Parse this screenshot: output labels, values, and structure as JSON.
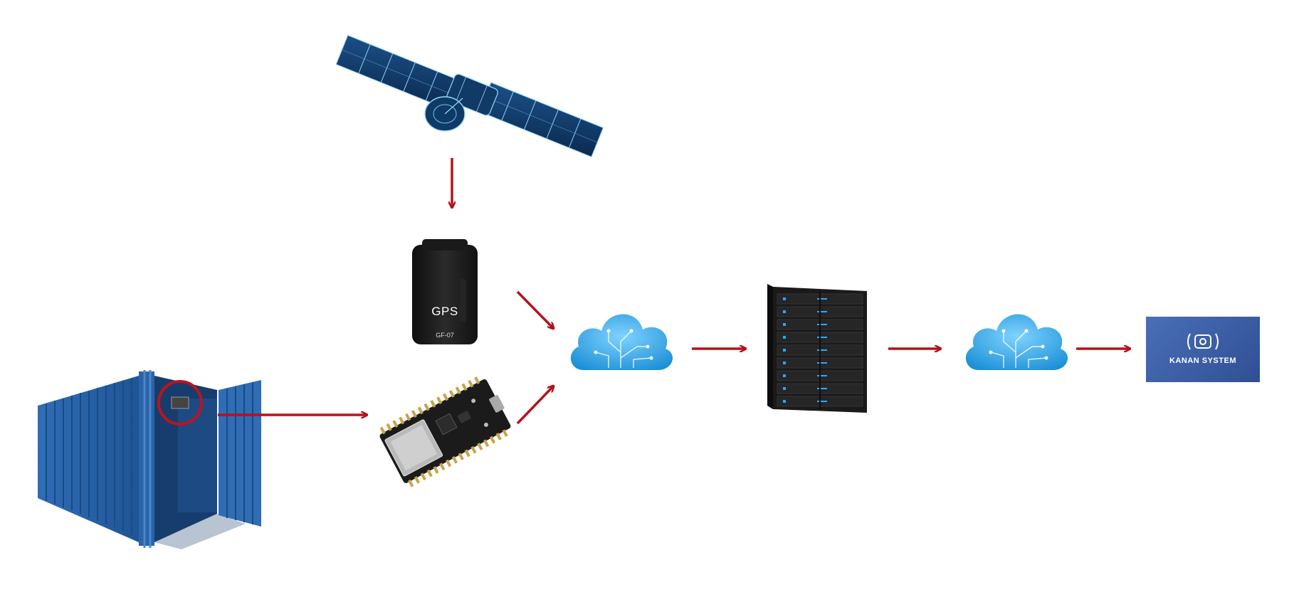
{
  "diagram": {
    "nodes": {
      "satellite": {
        "icon": "satellite-icon"
      },
      "gps_tracker": {
        "icon": "gps-tracker-icon",
        "label": "GPS",
        "model": "GF-07"
      },
      "microcontroller": {
        "icon": "microcontroller-board-icon"
      },
      "container": {
        "icon": "shipping-container-icon"
      },
      "cloud_1": {
        "icon": "cloud-icon"
      },
      "server": {
        "icon": "server-rack-icon"
      },
      "cloud_2": {
        "icon": "cloud-icon"
      },
      "kanan_system": {
        "icon": "kanan-system-logo",
        "label": "KANAN SYSTEM"
      }
    },
    "edges": [
      {
        "from": "satellite",
        "to": "gps_tracker"
      },
      {
        "from": "container",
        "to": "microcontroller"
      },
      {
        "from": "gps_tracker",
        "to": "cloud_1"
      },
      {
        "from": "microcontroller",
        "to": "cloud_1"
      },
      {
        "from": "cloud_1",
        "to": "server"
      },
      {
        "from": "server",
        "to": "cloud_2"
      },
      {
        "from": "cloud_2",
        "to": "kanan_system"
      }
    ],
    "colors": {
      "arrow": "#b5121b",
      "container": "#2a6bb3",
      "cloud": "#2aa5e0",
      "device": "#1c1c1c",
      "logo_bg": "#3b5ea8"
    }
  }
}
